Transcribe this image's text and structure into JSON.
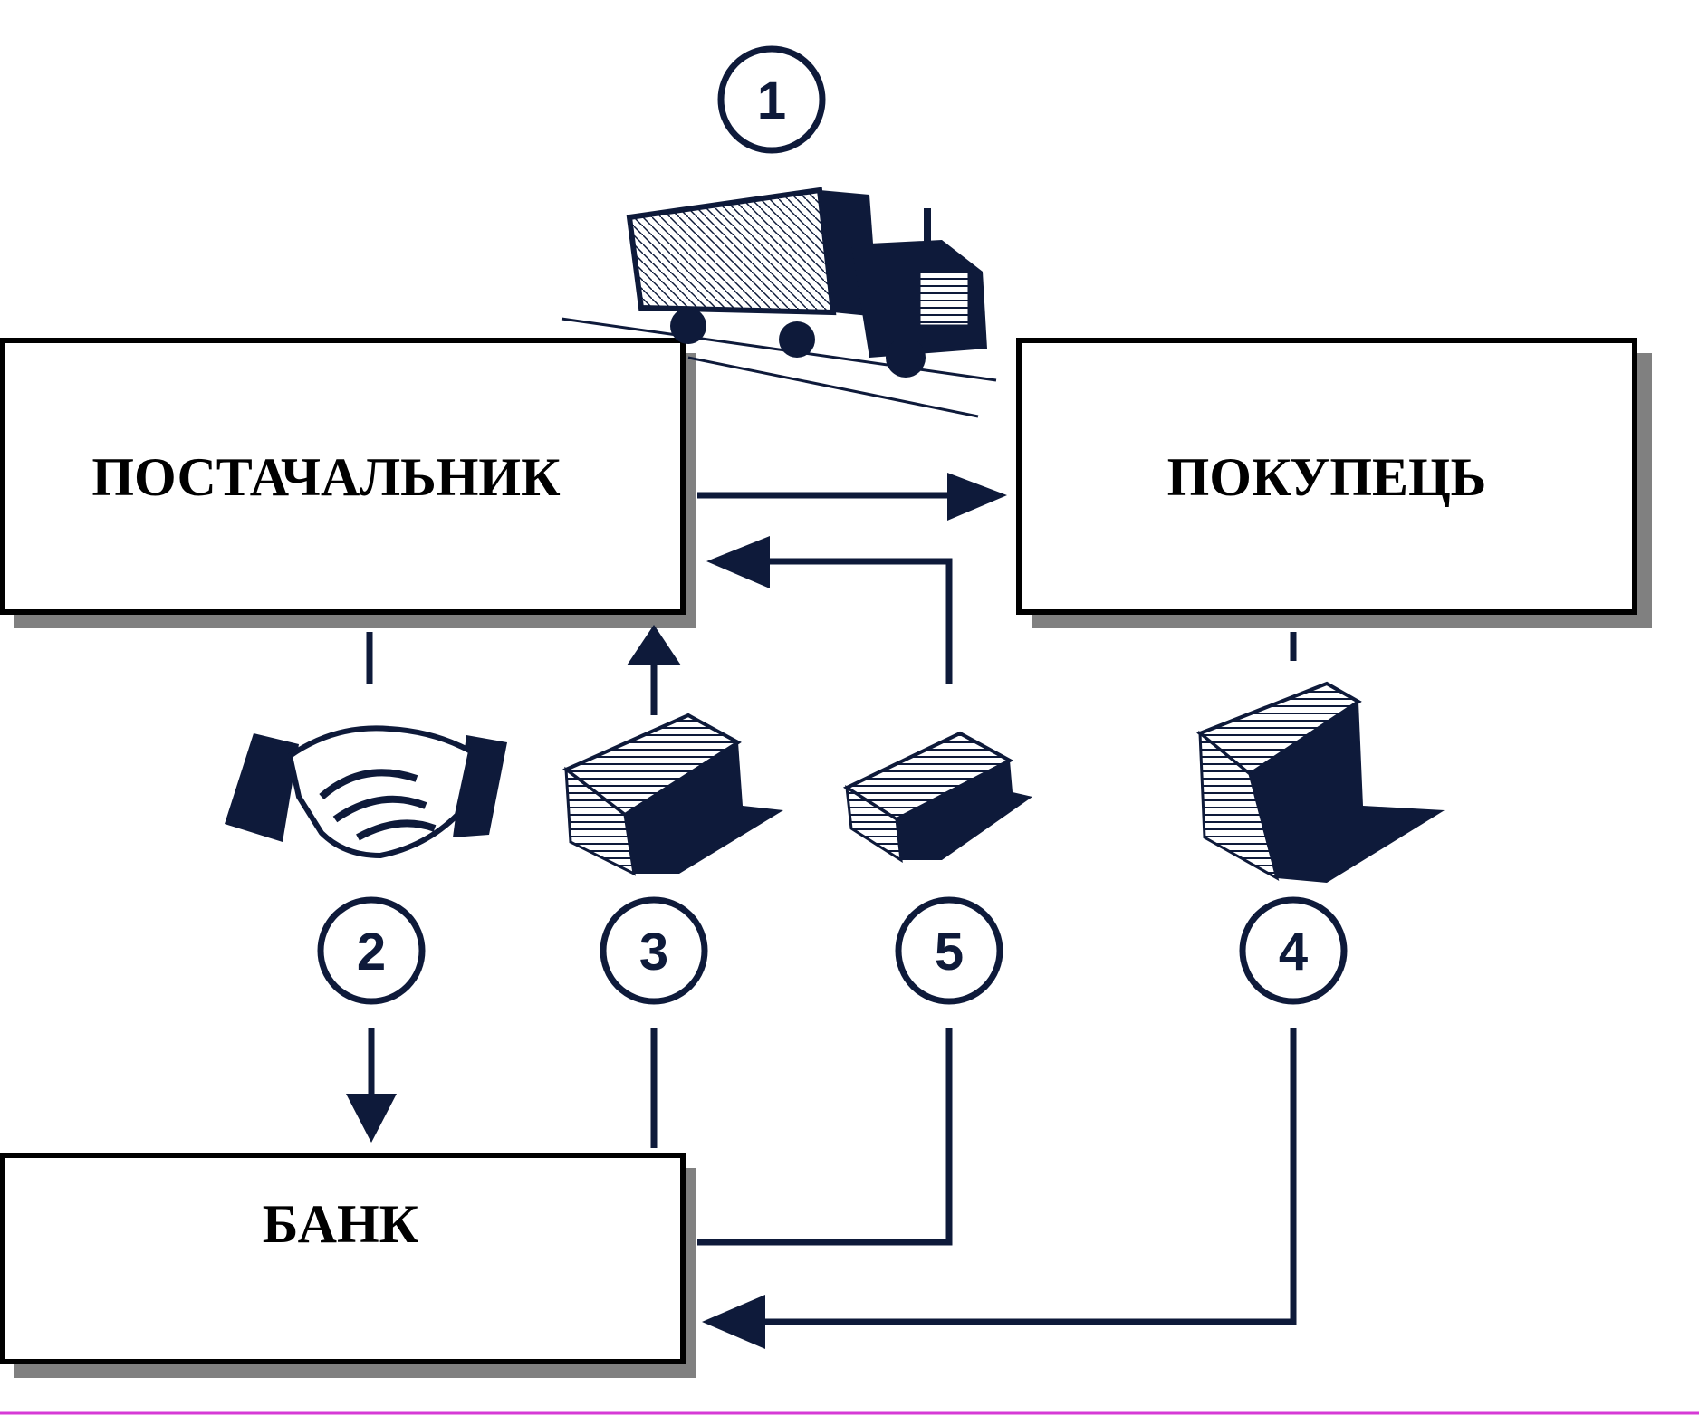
{
  "colors": {
    "line": "#0e1a3a",
    "box_border": "#000000",
    "shadow": "#808080",
    "bottom_rule": "#d63ad6"
  },
  "boxes": {
    "supplier": "ПОСТАЧАЛЬНИК",
    "buyer": "ПОКУПЕЦЬ",
    "bank": "БАНК"
  },
  "steps": [
    "1",
    "2",
    "3",
    "5",
    "4"
  ],
  "icons": {
    "delivery": "truck-icon",
    "agreement": "handshake-icon",
    "payments": [
      "money-stack-icon",
      "money-stack-icon",
      "money-stack-icon"
    ]
  }
}
